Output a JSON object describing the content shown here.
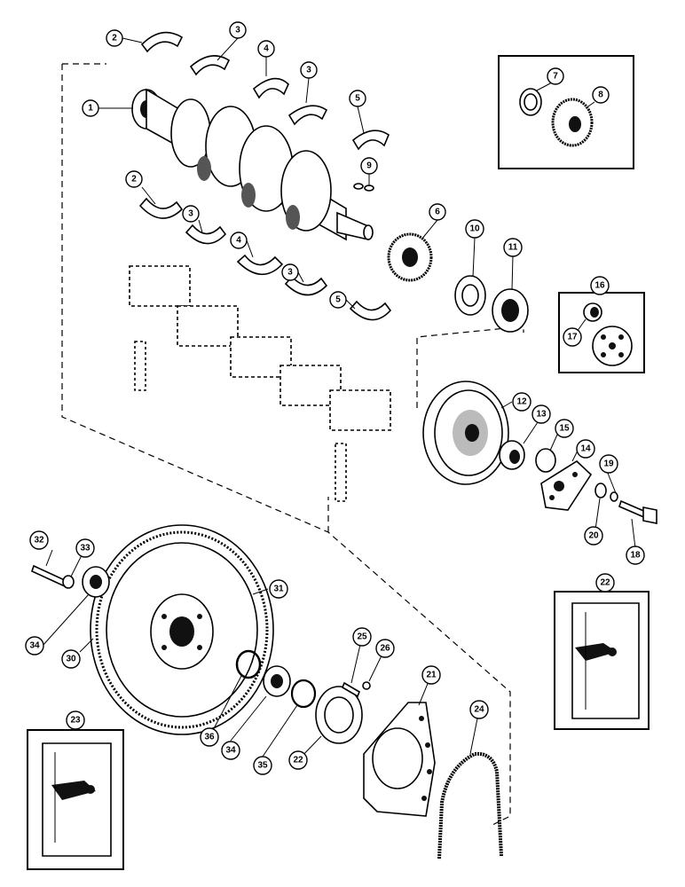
{
  "callouts": {
    "c1": "1",
    "c2a": "2",
    "c2b": "2",
    "c3a": "3",
    "c3b": "3",
    "c3c": "3",
    "c3d": "3",
    "c4a": "4",
    "c4b": "4",
    "c5a": "5",
    "c5b": "5",
    "c6": "6",
    "c7": "7",
    "c8": "8",
    "c9": "9",
    "c10": "10",
    "c11": "11",
    "c12": "12",
    "c13": "13",
    "c14": "14",
    "c15": "15",
    "c16": "16",
    "c17": "17",
    "c18": "18",
    "c19": "19",
    "c20": "20",
    "c21": "21",
    "c22a": "22",
    "c22b": "22",
    "c23": "23",
    "c24": "24",
    "c25": "25",
    "c26": "26",
    "c30": "30",
    "c31": "31",
    "c32": "32",
    "c33": "33",
    "c34a": "34",
    "c34b": "34",
    "c35": "35",
    "c36": "36"
  }
}
